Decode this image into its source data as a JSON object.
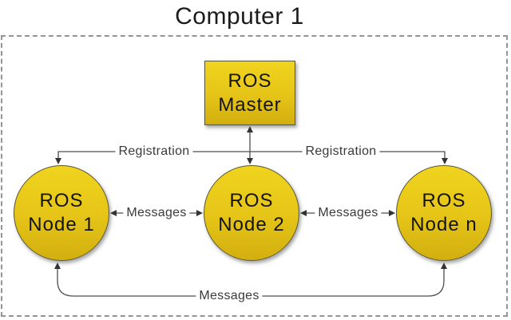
{
  "diagram": {
    "title": "Computer 1",
    "master": {
      "line1": "ROS",
      "line2": "Master"
    },
    "nodes": [
      {
        "line1": "ROS",
        "line2": "Node 1"
      },
      {
        "line1": "ROS",
        "line2": "Node 2"
      },
      {
        "line1": "ROS",
        "line2": "Node n"
      }
    ],
    "labels": {
      "registration_left": "Registration",
      "registration_right": "Registration",
      "messages_node1_node2": "Messages",
      "messages_node2_noden": "Messages",
      "messages_node1_noden": "Messages"
    },
    "colors": {
      "shape_fill_top": "#f0d41e",
      "shape_fill_bottom": "#d2af0f",
      "shape_border": "#56563c",
      "arrow": "#4d4d4d",
      "dashed_border": "#949494",
      "text": "#1b1b1b"
    }
  }
}
